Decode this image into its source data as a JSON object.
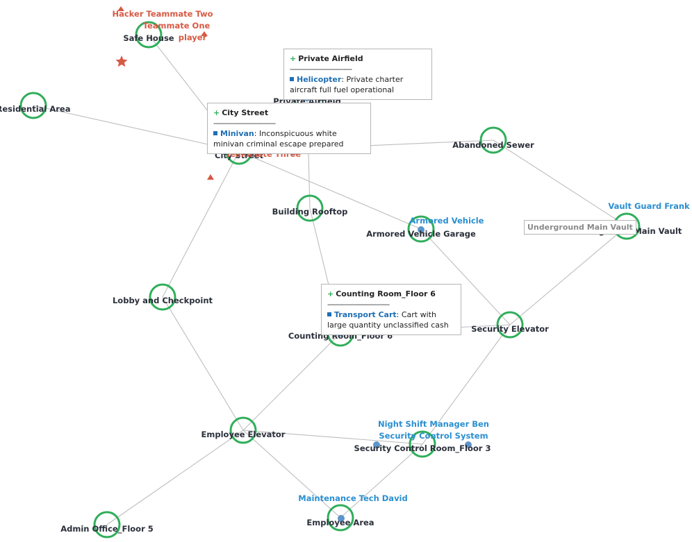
{
  "colors": {
    "node_ring": "#2fae5a",
    "edge": "#bdbdbd",
    "npc": "#2a8fd1",
    "player": "#d65a45",
    "dot": "#5b95cc"
  },
  "locations": {
    "safe_house": "Safe House",
    "residential_area": "Residential Area",
    "private_airfield": "Private Airfield",
    "city_street": "City Street",
    "abandoned_sewer": "Abandoned Sewer",
    "building_rooftop": "Building Rooftop",
    "armored_vehicle_garage": "Armored Vehicle Garage",
    "underground_main_vault": "Underground Main Vault",
    "lobby_and_checkpoint": "Lobby and Checkpoint",
    "counting_room_floor6": "Counting Room_Floor 6",
    "security_elevator": "Security Elevator",
    "employee_elevator": "Employee Elevator",
    "security_control_room_floor3": "Security Control Room_Floor 3",
    "admin_office_floor5": "Admin Office_Floor 5",
    "employee_area": "Employee Area"
  },
  "players": {
    "hacker_teammate_two": "Hacker Teammate Two",
    "teammate_one": "Teammate One",
    "player": "player",
    "teammate_three": "Teammate Three"
  },
  "npcs": {
    "vault_guard": "Vault Guard Frank",
    "armored_vehicle": "Armored Vehicle",
    "night_shift_manager": "Night Shift Manager Ben",
    "security_control_system": "Security Control System",
    "maintenance_tech": "Maintenance Tech David",
    "minivan_partial": "inivan",
    "helicopter_partial": "elicopter"
  },
  "tooltips": {
    "airfield": {
      "title": "Private Airfield",
      "separator": "------------------------------",
      "item": "Helicopter",
      "desc": ": Private charter aircraft full fuel operational"
    },
    "street": {
      "title": "City Street",
      "separator": "------------------------------",
      "item": "Minivan",
      "desc": ": Inconspicuous white minivan criminal escape prepared"
    },
    "counting": {
      "title": "Counting Room_Floor 6",
      "separator": "------------------------------",
      "item": "Transport Cart",
      "desc": ": Cart with large quantity unclassified cash"
    },
    "vault_hover": "Underground Main Vault"
  }
}
